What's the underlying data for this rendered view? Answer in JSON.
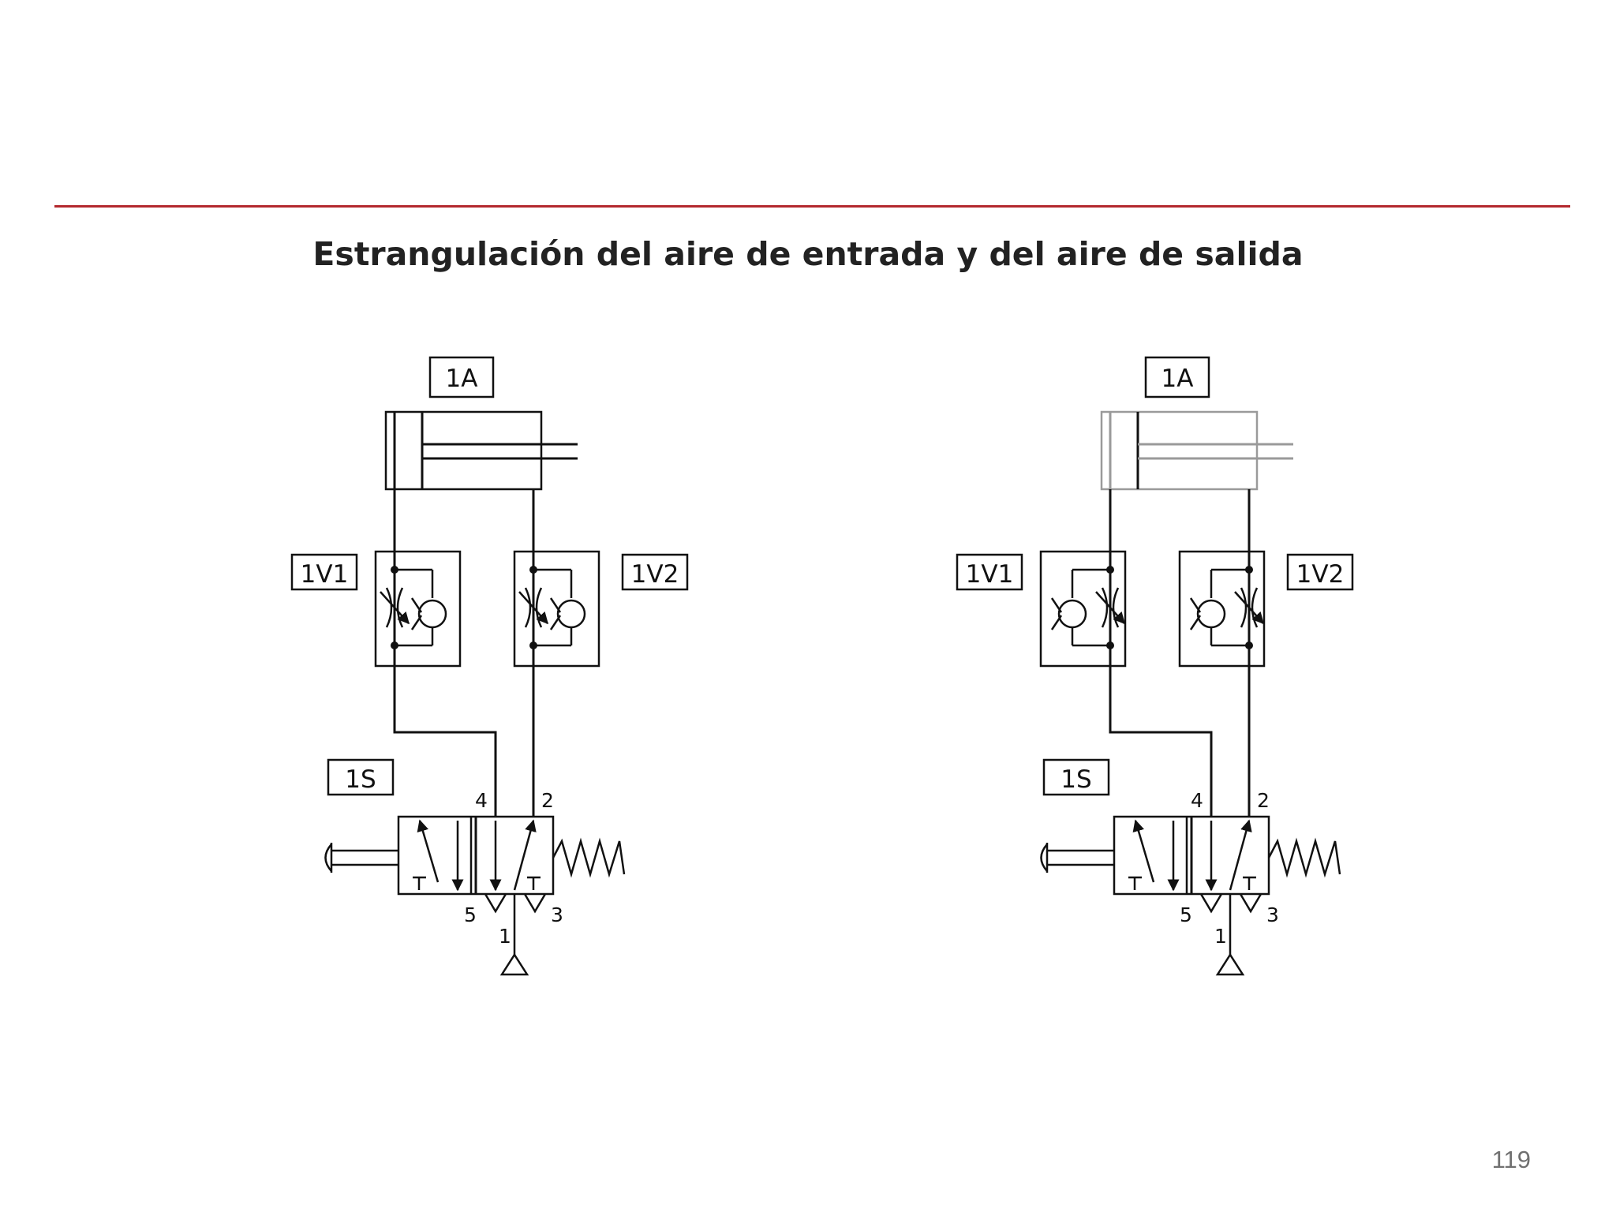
{
  "slide": {
    "title": "Estrangulación del aire de entrada y del aire de salida",
    "page_number": "119",
    "accent_color": "#b3282d"
  },
  "circuits": [
    {
      "cylinder_label": "1A",
      "valve_left_label": "1V1",
      "valve_right_label": "1V2",
      "directional_valve_label": "1S",
      "port_4": "4",
      "port_2": "2",
      "port_5": "5",
      "port_3": "3",
      "port_1": "1"
    },
    {
      "cylinder_label": "1A",
      "valve_left_label": "1V1",
      "valve_right_label": "1V2",
      "directional_valve_label": "1S",
      "port_4": "4",
      "port_2": "2",
      "port_5": "5",
      "port_3": "3",
      "port_1": "1"
    }
  ]
}
